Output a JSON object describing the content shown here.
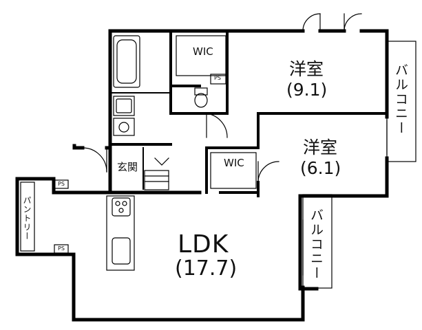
{
  "rooms": {
    "bedroom1": {
      "name": "洋室",
      "area": "(9.1)"
    },
    "bedroom2": {
      "name": "洋室",
      "area": "(6.1)"
    },
    "ldk": {
      "name": "LDK",
      "area": "(17.7)"
    }
  },
  "labels": {
    "wic": "WIC",
    "entrance": "玄関",
    "balcony": "バルコニー",
    "pantry": "パントリー",
    "ps": "PS"
  }
}
